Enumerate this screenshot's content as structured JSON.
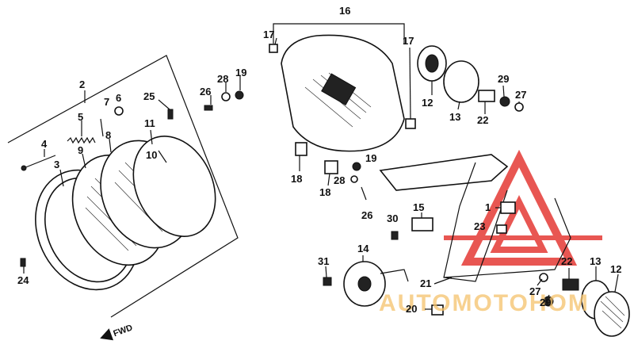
{
  "labels": {
    "l2": "2",
    "l4": "4",
    "l3": "3",
    "l5": "5",
    "l7": "7",
    "l6": "6",
    "l8": "8",
    "l9": "9",
    "l11": "11",
    "l10": "10",
    "l25": "25",
    "l26a": "26",
    "l28a": "28",
    "l19a": "19",
    "l24": "24",
    "l16": "16",
    "l17a": "17",
    "l17b": "17",
    "l12a": "12",
    "l13a": "13",
    "l22a": "22",
    "l29a": "29",
    "l27a": "27",
    "l18a": "18",
    "l18b": "18",
    "l19b": "19",
    "l28b": "28",
    "l26b": "26",
    "l30": "30",
    "l15": "15",
    "l1": "1",
    "l23": "23",
    "l14": "14",
    "l31": "31",
    "l21": "21",
    "l20": "20",
    "l27b": "27",
    "l29b": "29",
    "l22b": "22",
    "l13b": "13",
    "l12b": "12"
  },
  "direction": {
    "fwd": "FWD"
  },
  "watermark": {
    "text": "AUTOMOTOHOM",
    "color": "#e53935",
    "accent": "#f5a623"
  }
}
